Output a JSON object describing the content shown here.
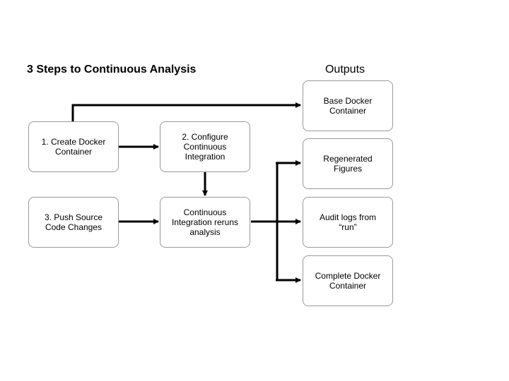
{
  "title": "3 Steps to Continuous Analysis",
  "outputs_title": "Outputs",
  "steps": {
    "create_docker": "1. Create Docker\nContainer",
    "configure_ci": "2. Configure\nContinuous\nIntegration",
    "push_source": "3. Push Source\nCode Changes",
    "ci_reruns": "Continuous\nIntegration reruns\nanalysis"
  },
  "outputs": {
    "base_docker": "Base Docker\nContainer",
    "regenerated_figures": "Regenerated\nFigures",
    "audit_logs": "Audit logs from\n“run”",
    "complete_docker": "Complete Docker\nContainer"
  },
  "colors": {
    "line": "#000000",
    "box_border": "#999999"
  }
}
